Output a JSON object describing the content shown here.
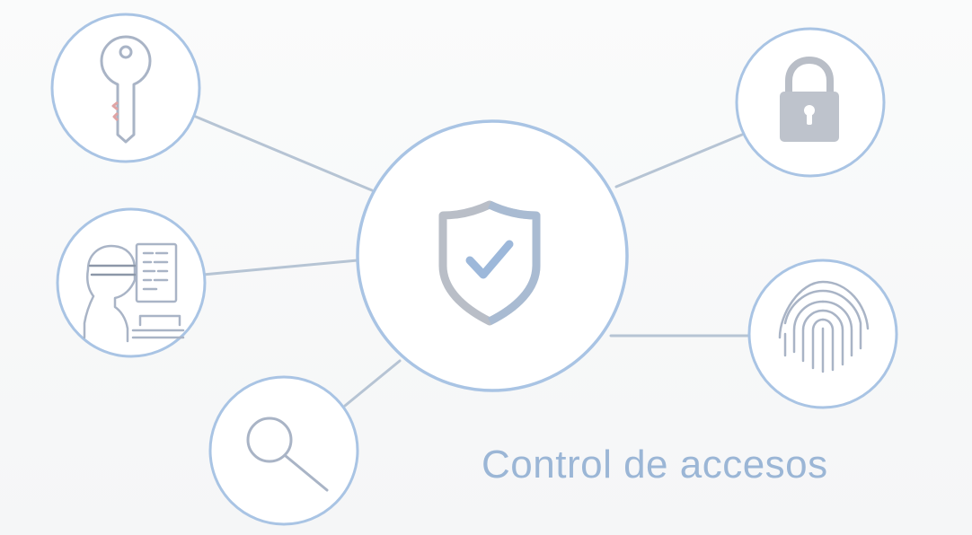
{
  "diagram": {
    "caption": "Control de accesos",
    "center_icon": "shield-check-icon",
    "nodes": [
      {
        "id": "key",
        "icon": "key-icon"
      },
      {
        "id": "hacker",
        "icon": "hacker-computer-icon"
      },
      {
        "id": "search",
        "icon": "magnifier-icon"
      },
      {
        "id": "lock",
        "icon": "padlock-icon"
      },
      {
        "id": "fingerprint",
        "icon": "fingerprint-icon"
      }
    ]
  },
  "colors": {
    "circle_stroke": "#a9c4e4",
    "connector": "#b6c4d4",
    "icon_gray": "#b9bec7",
    "icon_blue": "#9db8da",
    "caption": "#9bb6d6"
  }
}
